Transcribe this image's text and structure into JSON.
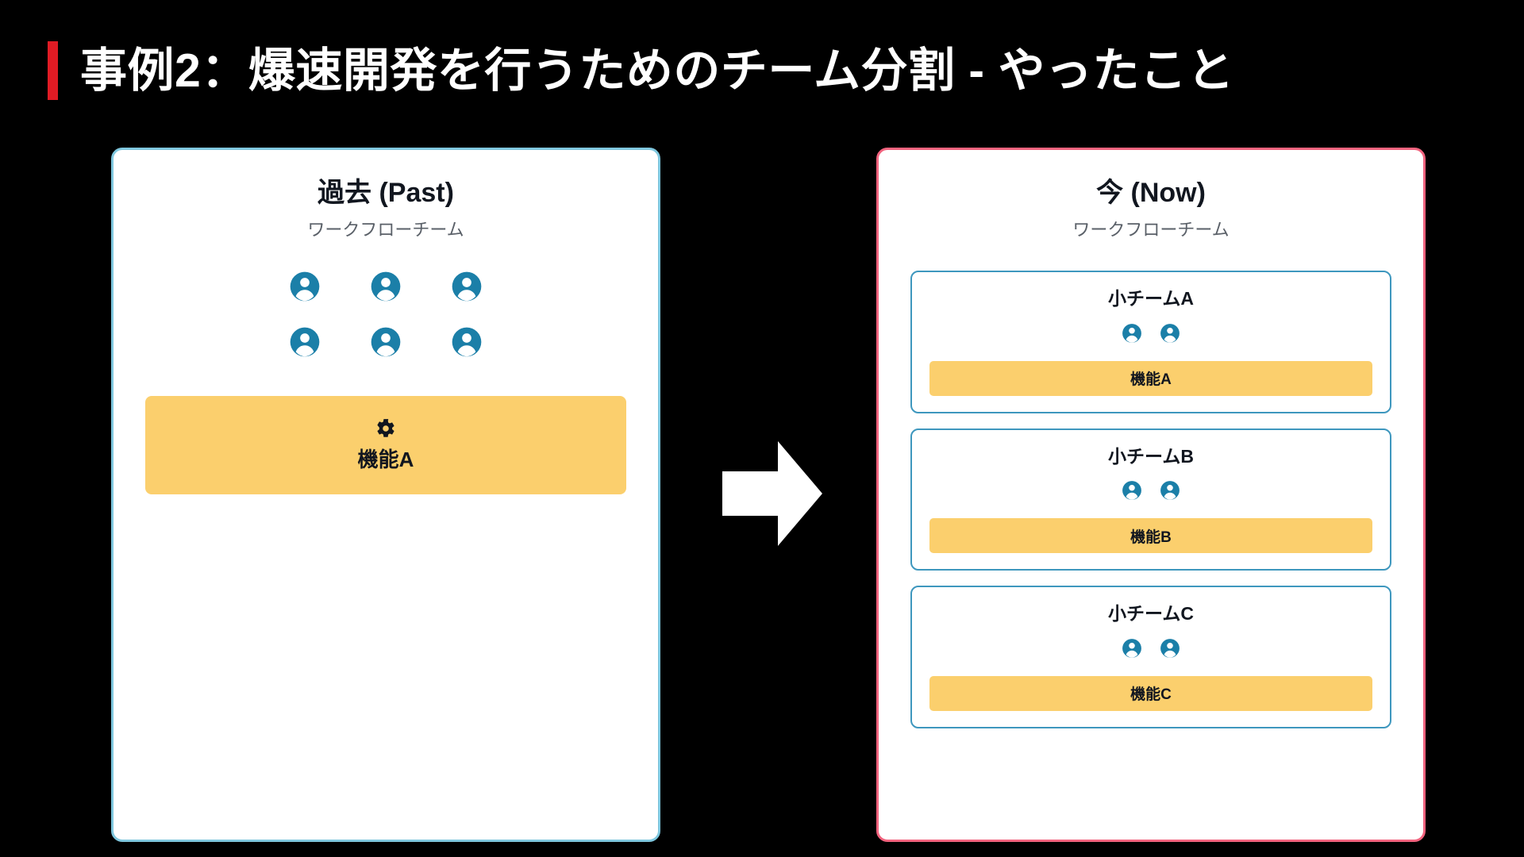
{
  "slide": {
    "title": "事例2：爆速開発を行うためのチーム分割 - やったこと",
    "accent_color": "#E01B24",
    "background_color": "#000000"
  },
  "colors": {
    "past_border": "#7FC7DE",
    "now_border": "#F2637E",
    "subteam_border": "#3E97BE",
    "person_icon": "#1B7FA8",
    "feature_block": "#FBCF6D",
    "arrow": "#FFFFFF",
    "text_primary": "#11161F",
    "text_secondary": "#5A6068"
  },
  "past_panel": {
    "title": "過去 (Past)",
    "subtitle": "ワークフローチーム",
    "people_rows": [
      [
        "person-icon",
        "person-icon",
        "person-icon"
      ],
      [
        "person-icon",
        "person-icon",
        "person-icon"
      ]
    ],
    "person_count": 6,
    "feature": {
      "icon": "gear-icon",
      "label": "機能A"
    }
  },
  "arrow": {
    "icon": "arrow-right-icon"
  },
  "now_panel": {
    "title": "今 (Now)",
    "subtitle": "ワークフローチーム",
    "subteams": [
      {
        "name": "小チームA",
        "person_count": 2,
        "feature_label": "機能A"
      },
      {
        "name": "小チームB",
        "person_count": 2,
        "feature_label": "機能B"
      },
      {
        "name": "小チームC",
        "person_count": 2,
        "feature_label": "機能C"
      }
    ]
  }
}
